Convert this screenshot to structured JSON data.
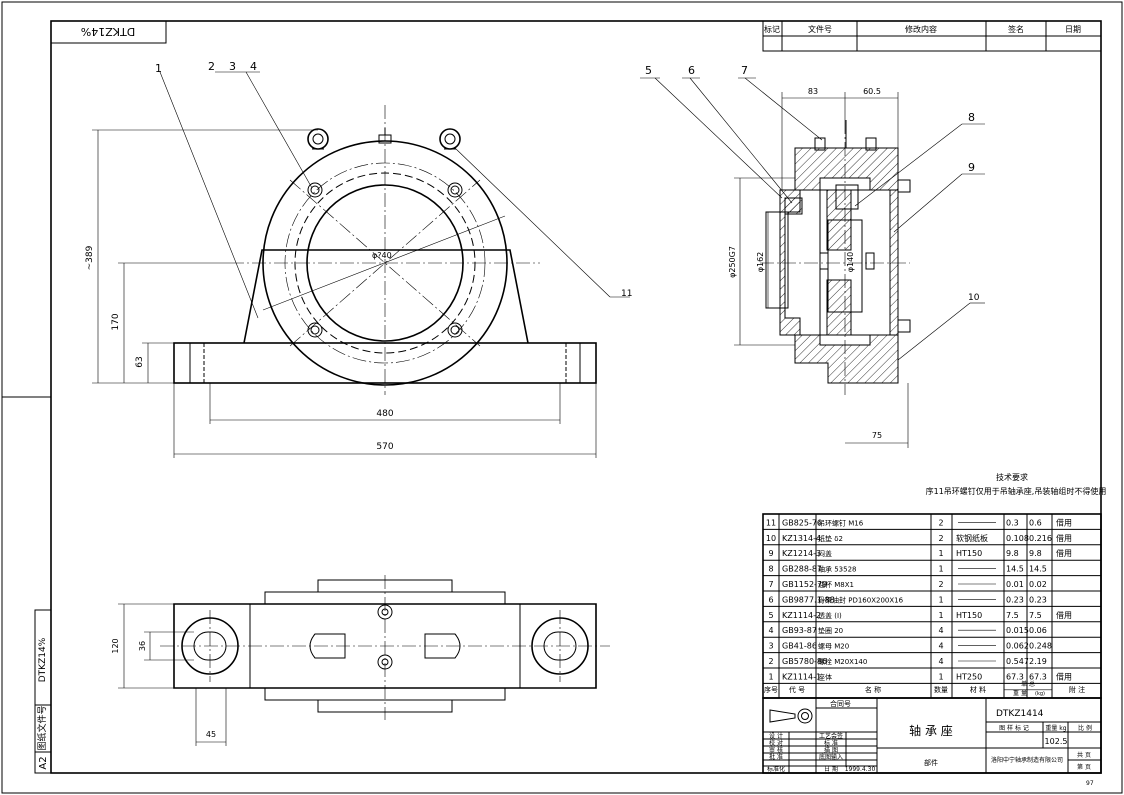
{
  "top_left_code": "DTKZ14%",
  "side_vertical_code": "DTKZ14%",
  "left_vertical_label": "图纸文件号",
  "sheet_size": "A2",
  "revision": {
    "headers": [
      "标记",
      "文件号",
      "修改内容",
      "签名",
      "日期"
    ]
  },
  "front_view": {
    "balloons": [
      "1",
      "2",
      "3",
      "4"
    ],
    "right_balloon": "11",
    "dims": {
      "height_total": "~389",
      "height_mid": "170",
      "height_base": "63",
      "width_inner": "480",
      "width_total": "570"
    },
    "center_labels": [
      "φ?40"
    ]
  },
  "side_view": {
    "balloons": [
      "5",
      "6",
      "7",
      "8",
      "9",
      "10"
    ],
    "dims": {
      "top_left": "83",
      "top_right": "60.5",
      "bottom": "75",
      "dia_outer": "φ250G7",
      "dia_shaft": "φ162",
      "dia_inner": "φ140"
    }
  },
  "plan_view": {
    "dims": {
      "left_height": "120",
      "inner": "36",
      "bottom": "45"
    }
  },
  "notes": {
    "title": "技术要求",
    "line1": "序11吊环螺钉仅用于吊轴承座,吊装轴组时不得使用"
  },
  "bom": {
    "rows": [
      {
        "no": "11",
        "code": "GB825-76",
        "name": "吊环螺钉 M16",
        "qty": "2",
        "material": "",
        "unit": "0.3",
        "total": "0.6",
        "remark": "借用"
      },
      {
        "no": "10",
        "code": "KZ1314-4",
        "name": "纸垫 δ2",
        "qty": "2",
        "material": "软钢纸板",
        "unit": "0.108",
        "total": "0.216",
        "remark": "借用"
      },
      {
        "no": "9",
        "code": "KZ1214-3",
        "name": "闷盖",
        "qty": "1",
        "material": "HT150",
        "unit": "9.8",
        "total": "9.8",
        "remark": "借用"
      },
      {
        "no": "8",
        "code": "GB288-87",
        "name": "轴承 53528",
        "qty": "1",
        "material": "",
        "unit": "14.5",
        "total": "14.5",
        "remark": ""
      },
      {
        "no": "7",
        "code": "GB1152-79",
        "name": "油杯 M8X1",
        "qty": "2",
        "material": "",
        "unit": "0.01",
        "total": "0.02",
        "remark": ""
      },
      {
        "no": "6",
        "code": "GB9877.1-88",
        "name": "骨架油封 PD160X200X16",
        "qty": "1",
        "material": "",
        "unit": "0.23",
        "total": "0.23",
        "remark": ""
      },
      {
        "no": "5",
        "code": "KZ1114-2",
        "name": "透盖 (I)",
        "qty": "1",
        "material": "HT150",
        "unit": "7.5",
        "total": "7.5",
        "remark": "借用"
      },
      {
        "no": "4",
        "code": "GB93-87",
        "name": "垫圈 20",
        "qty": "4",
        "material": "",
        "unit": "0.015",
        "total": "0.06",
        "remark": ""
      },
      {
        "no": "3",
        "code": "GB41-86",
        "name": "螺母 M20",
        "qty": "4",
        "material": "",
        "unit": "0.062",
        "total": "0.248",
        "remark": ""
      },
      {
        "no": "2",
        "code": "GB5780-86",
        "name": "螺栓 M20X140",
        "qty": "4",
        "material": "",
        "unit": "0.547",
        "total": "2.19",
        "remark": ""
      },
      {
        "no": "1",
        "code": "KZ1114-1",
        "name": "座体",
        "qty": "1",
        "material": "HT250",
        "unit": "67.3",
        "total": "67.3",
        "remark": "借用"
      }
    ],
    "header": {
      "no": "序号",
      "code": "代    号",
      "name": "名    称",
      "qty": "数量",
      "material": "材    料",
      "weight_top": "单  总",
      "weight_mid": "重  量",
      "weight_unit": "(kg)",
      "remark": "附    注"
    }
  },
  "title_block": {
    "contract": "合同号",
    "part_name": "轴 承 座",
    "drawing_no": "DTKZ1414",
    "stage_label": "图 样 标 记",
    "weight_label": "重量 kg",
    "scale_label": "比 例",
    "weight": "102.5",
    "design": "设 计",
    "check": "校 对",
    "audit": "审 核",
    "approve": "批 准",
    "process": "工艺会签",
    "std": "标 准",
    "std_check": "标准化",
    "drawn": "描 图",
    "enter": "底图输入",
    "date_label": "日 期",
    "date": "1999.4.30",
    "parts": "部件",
    "company": "洛阳中宁轴承制造有限公司",
    "total_sheets": "共  页",
    "sheet_no": "第  页",
    "extra": "97"
  }
}
